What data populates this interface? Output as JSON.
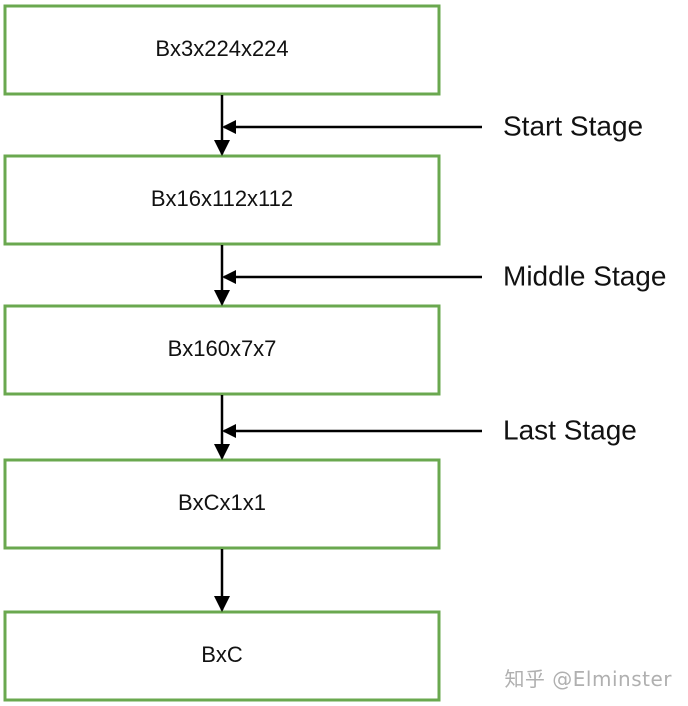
{
  "boxes": [
    {
      "label": "Bx3x224x224"
    },
    {
      "label": "Bx16x112x112"
    },
    {
      "label": "Bx160x7x7"
    },
    {
      "label": "BxCx1x1"
    },
    {
      "label": "BxC"
    }
  ],
  "stages": [
    {
      "label": "Start Stage"
    },
    {
      "label": "Middle Stage"
    },
    {
      "label": "Last Stage"
    }
  ],
  "watermark": "知乎 @Elminster",
  "colors": {
    "box_border": "#6aa84f",
    "arrow": "#000000",
    "text": "#111111",
    "watermark": "#b0b0b0"
  }
}
